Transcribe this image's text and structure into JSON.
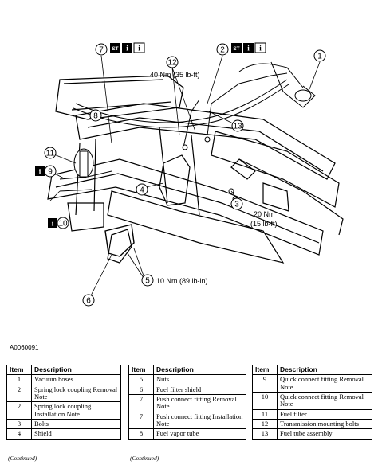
{
  "diagram": {
    "figure_id": "A0060091",
    "callouts": [
      "1",
      "2",
      "3",
      "4",
      "5",
      "6",
      "7",
      "8",
      "9",
      "10",
      "11",
      "12",
      "13"
    ],
    "badges": {
      "st": "ST",
      "i": "i"
    },
    "torque_12": "40 Nm (35 lb-ft)",
    "torque_3_line1": "20 Nm",
    "torque_3_line2": "(15 lb-ft)",
    "torque_5": "10 Nm (89 lb-in)"
  },
  "legend": {
    "col_item": "Item",
    "col_desc": "Description",
    "continued": "(Continued)",
    "table1": [
      {
        "item": "1",
        "desc": "Vacuum hoses"
      },
      {
        "item": "2",
        "desc": "Spring lock coupling Removal Note"
      },
      {
        "item": "2",
        "desc": "Spring lock coupling Installation Note"
      },
      {
        "item": "3",
        "desc": "Bolts"
      },
      {
        "item": "4",
        "desc": "Shield"
      }
    ],
    "table2": [
      {
        "item": "5",
        "desc": "Nuts"
      },
      {
        "item": "6",
        "desc": "Fuel filter shield"
      },
      {
        "item": "7",
        "desc": "Push connect fitting Removal Note"
      },
      {
        "item": "7",
        "desc": "Push connect fitting Installation Note"
      },
      {
        "item": "8",
        "desc": "Fuel vapor tube"
      }
    ],
    "table3": [
      {
        "item": "9",
        "desc": "Quick connect fitting Removal Note"
      },
      {
        "item": "10",
        "desc": "Quick connect fitting Removal Note"
      },
      {
        "item": "11",
        "desc": "Fuel filter"
      },
      {
        "item": "12",
        "desc": "Transmission mounting bolts"
      },
      {
        "item": "13",
        "desc": "Fuel tube assembly"
      }
    ]
  }
}
